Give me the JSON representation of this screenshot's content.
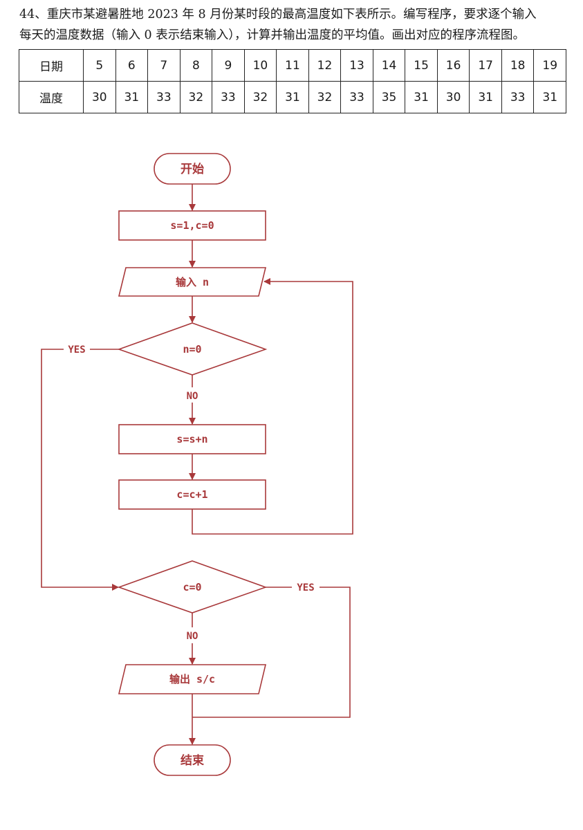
{
  "question": {
    "line1": "44、重庆市某避暑胜地 2023 年 8 月份某时段的最高温度如下表所示。编写程序，要求逐个输入",
    "line2": "每天的温度数据（输入 0 表示结束输入），计算并输出温度的平均值。画出对应的程序流程图。"
  },
  "table": {
    "row_labels": [
      "日期",
      "温度"
    ],
    "days": [
      "5",
      "6",
      "7",
      "8",
      "9",
      "10",
      "11",
      "12",
      "13",
      "14",
      "15",
      "16",
      "17",
      "18",
      "19"
    ],
    "temps": [
      "30",
      "31",
      "33",
      "32",
      "33",
      "32",
      "31",
      "32",
      "33",
      "35",
      "31",
      "30",
      "31",
      "33",
      "31"
    ]
  },
  "flowchart": {
    "start": "开始",
    "init": "s=1,c=0",
    "input": "输入 n",
    "cond1": "n=0",
    "cond1_yes": "YES",
    "cond1_no": "NO",
    "step_sum": "s=s+n",
    "step_count": "c=c+1",
    "cond2": "c=0",
    "cond2_yes": "YES",
    "cond2_no": "NO",
    "output": "输出 s/c",
    "end": "结束",
    "color": "#a8383a"
  }
}
